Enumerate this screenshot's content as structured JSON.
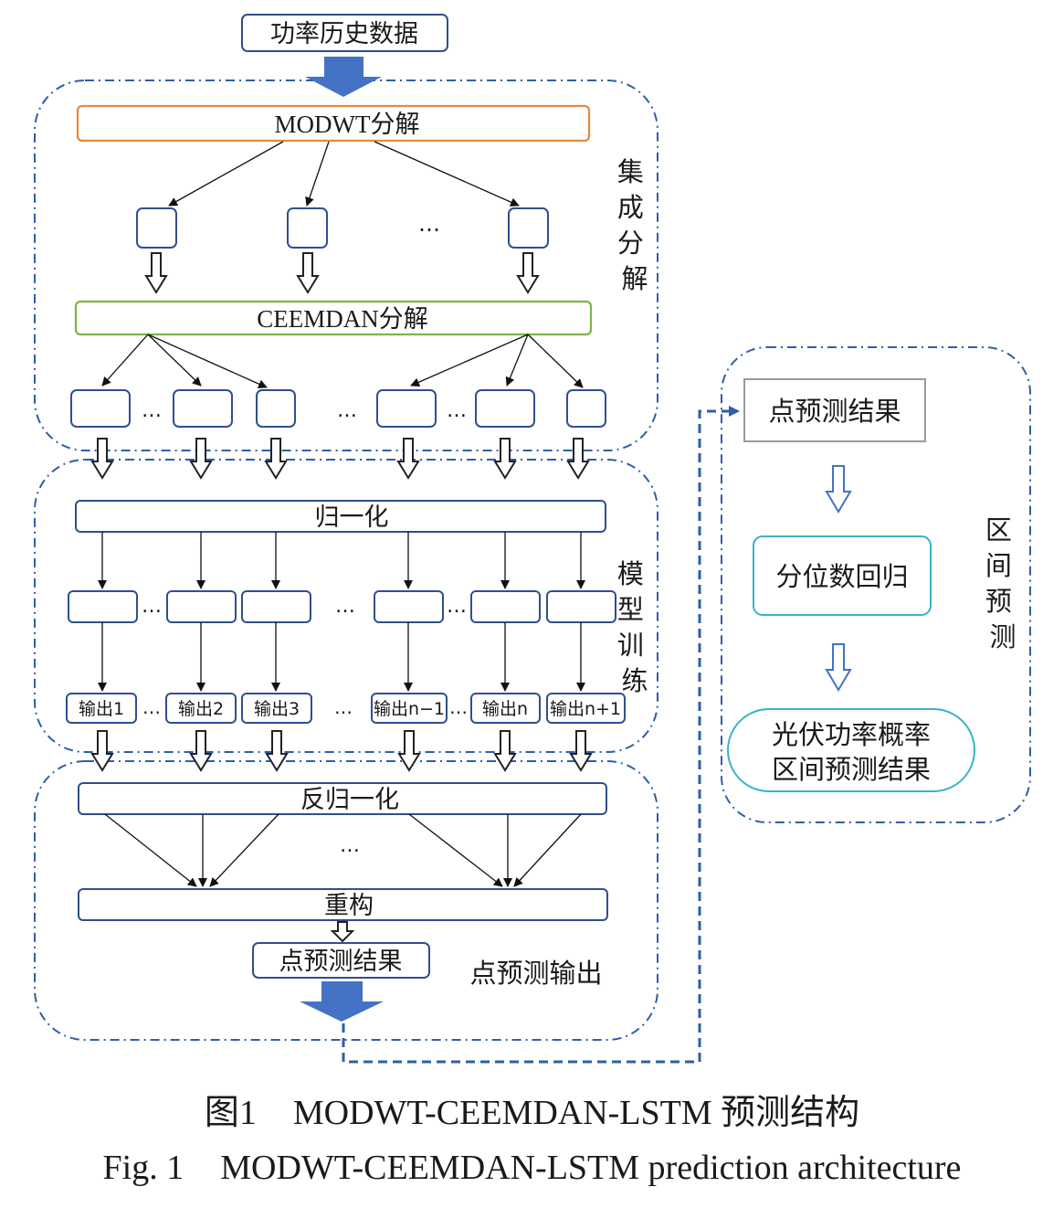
{
  "input": {
    "label": "功率历史数据"
  },
  "sections": {
    "decomposition": "集成分解",
    "training": "模型训练",
    "point_output": "点预测输出",
    "interval": "区间预测"
  },
  "steps": {
    "modwt": "MODWT分解",
    "ceemdan": "CEEMDAN分解",
    "normalize": "归一化",
    "denormalize": "反归一化",
    "reconstruct": "重构",
    "point_result": "点预测结果"
  },
  "outputs": [
    "输出1",
    "输出2",
    "输出3",
    "输出n−1",
    "输出n",
    "输出n+1"
  ],
  "ellipsis": "…",
  "interval": {
    "point_result": "点预测结果",
    "quantile": "分位数回归",
    "final_line1": "光伏功率概率",
    "final_line2": "区间预测结果"
  },
  "caption": {
    "cn_label": "图1",
    "cn_text": "MODWT-CEEMDAN-LSTM 预测结构",
    "en_label": "Fig. 1",
    "en_text": "MODWT-CEEMDAN-LSTM prediction architecture"
  },
  "colors": {
    "box_blue": "#2f4f8f",
    "orange": "#e8893a",
    "green": "#7ab648",
    "teal": "#38b2cc",
    "gray": "#9a9a9a",
    "arrow_fill": "#4472c4",
    "dash": "#2e5fa8"
  }
}
